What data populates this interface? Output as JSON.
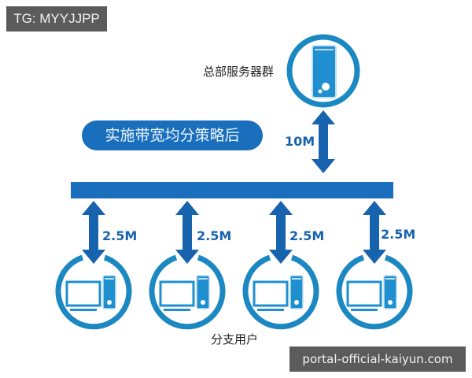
{
  "watermarks": {
    "top_left": "TG: MYYJJPP",
    "bottom_right": "portal-official-kaiyun.com"
  },
  "diagram": {
    "server": {
      "label": "总部服务器群",
      "icon": "server-tower-icon"
    },
    "policy_pill": "实施带宽均分策略后",
    "uplink_bandwidth": "10M",
    "bus": {
      "color": "#1a6fbd"
    },
    "clients": [
      {
        "bandwidth": "2.5M",
        "icon": "desktop-computer-icon"
      },
      {
        "bandwidth": "2.5M",
        "icon": "desktop-computer-icon"
      },
      {
        "bandwidth": "2.5M",
        "icon": "desktop-computer-icon"
      },
      {
        "bandwidth": "2.5M",
        "icon": "desktop-computer-icon"
      }
    ],
    "clients_label": "分支用户",
    "colors": {
      "primary_blue": "#1a6fbd",
      "ring_blue": "#1c88c2",
      "icon_fill": "#1f8fd0",
      "text_dark": "#222222",
      "watermark_bg": "#5b5b5b"
    }
  }
}
